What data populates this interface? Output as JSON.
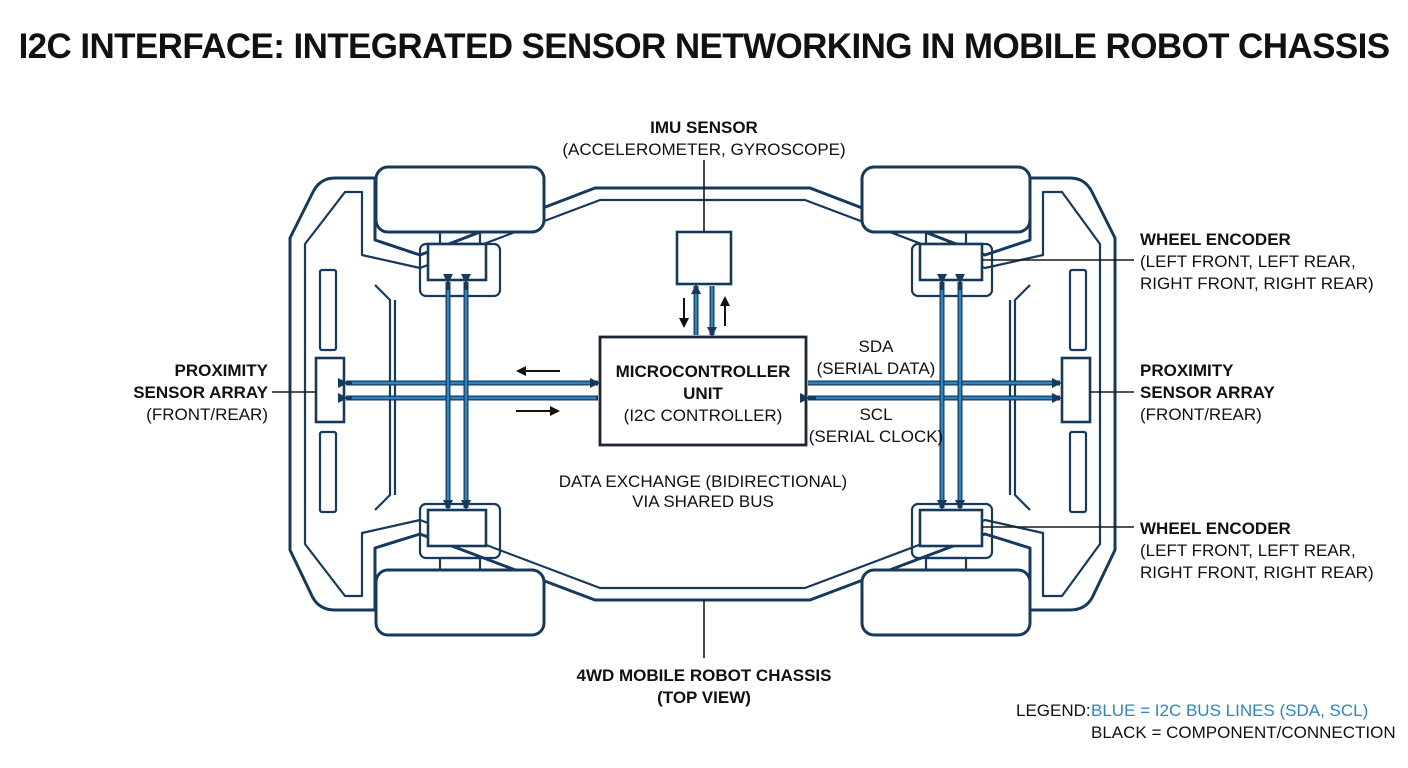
{
  "title": "I2C INTERFACE: INTEGRATED SENSOR NETWORKING IN MOBILE ROBOT CHASSIS",
  "imu": {
    "name": "IMU SENSOR",
    "detail": "(ACCELEROMETER, GYROSCOPE)"
  },
  "encoder_top": {
    "name": "WHEEL ENCODER",
    "line1": "(LEFT FRONT, LEFT REAR,",
    "line2": "RIGHT FRONT, RIGHT REAR)"
  },
  "encoder_bottom": {
    "name": "WHEEL ENCODER",
    "line1": "(LEFT FRONT, LEFT REAR,",
    "line2": "RIGHT FRONT, RIGHT REAR)"
  },
  "proximity_left": {
    "line1": "PROXIMITY",
    "line2": "SENSOR ARRAY",
    "line3": "(FRONT/REAR)"
  },
  "proximity_right": {
    "line1": "PROXIMITY",
    "line2": "SENSOR ARRAY",
    "line3": "(FRONT/REAR)"
  },
  "mcu": {
    "line1": "MICROCONTROLLER",
    "line2": "UNIT",
    "line3": "(I2C CONTROLLER)"
  },
  "sda": {
    "name": "SDA",
    "detail": "(SERIAL DATA)"
  },
  "scl": {
    "name": "SCL",
    "detail": "(SERIAL CLOCK)"
  },
  "exchange": {
    "line1": "DATA EXCHANGE (BIDIRECTIONAL)",
    "line2": "VIA SHARED BUS"
  },
  "chassis": {
    "line1": "4WD MOBILE ROBOT CHASSIS",
    "line2": "(TOP VIEW)"
  },
  "legend": {
    "prefix": "LEGEND:",
    "blue": "BLUE = I2C BUS LINES (SDA, SCL)",
    "black": "BLACK = COMPONENT/CONNECTION"
  },
  "colors": {
    "bus_blue": "#2a86c4",
    "outline_navy": "#163a5c",
    "text": "#111111"
  }
}
